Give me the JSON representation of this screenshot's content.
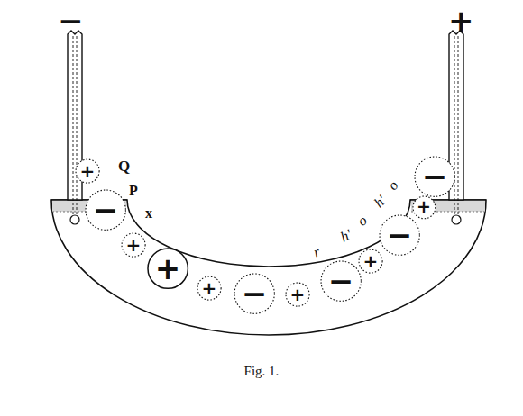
{
  "diagram": {
    "caption": "Fig. 1.",
    "nodes": [
      {
        "text": [
          "+"
        ]
      },
      {
        "text": [
          "−"
        ]
      },
      {
        "text": [
          "+"
        ]
      },
      {
        "text": [
          "+"
        ]
      },
      {
        "text": [
          "+"
        ]
      },
      {
        "text": [
          "−"
        ]
      },
      {
        "text": [
          "+"
        ]
      },
      {
        "text": [
          "−"
        ]
      },
      {
        "text": [
          "+"
        ]
      },
      {
        "text": [
          "−"
        ]
      },
      {
        "text": [
          "+"
        ]
      },
      {
        "text": [
          "−"
        ]
      }
    ],
    "labels": [
      "−",
      "+",
      "Q",
      "P",
      "x",
      "r",
      "h'",
      "o",
      "h'",
      "o"
    ]
  }
}
